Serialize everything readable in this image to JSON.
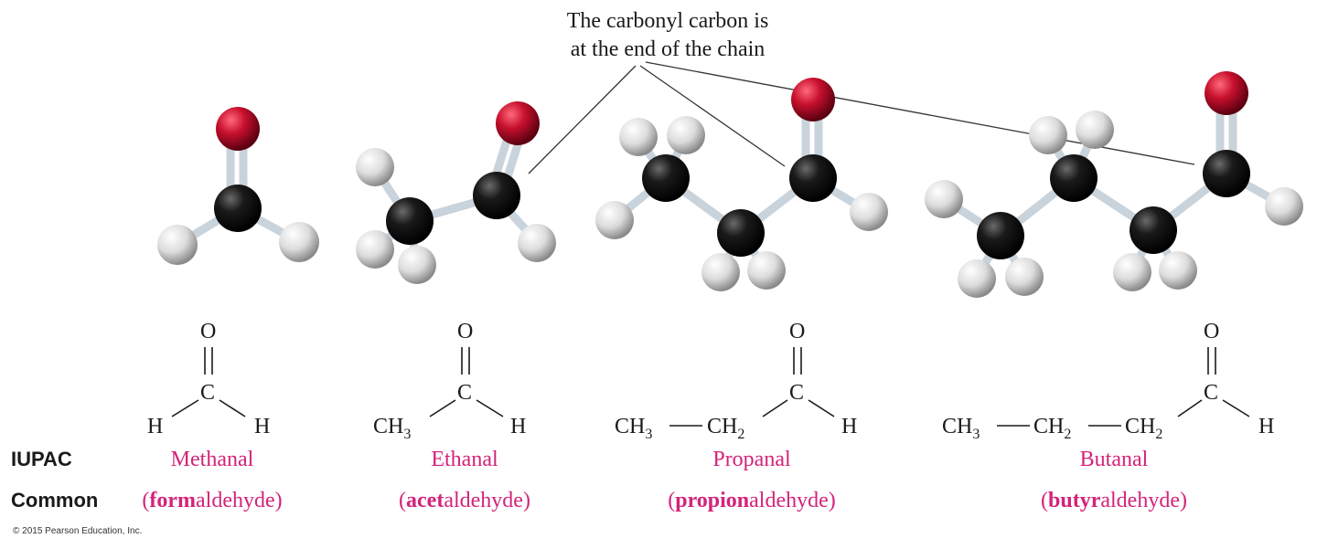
{
  "callout": {
    "line1": "The carbonyl carbon is",
    "line2": "at the end of the chain"
  },
  "row_labels": {
    "iupac": "IUPAC",
    "common": "Common"
  },
  "molecules": [
    {
      "iupac": "Methanal",
      "common_open": "(",
      "common_prefix": "form",
      "common_suffix": "aldehyde",
      "common_close": ")"
    },
    {
      "iupac": "Ethanal",
      "common_open": "(",
      "common_prefix": "acet",
      "common_suffix": "aldehyde",
      "common_close": ")"
    },
    {
      "iupac": "Propanal",
      "common_open": "(",
      "common_prefix": "propion",
      "common_suffix": "aldehyde",
      "common_close": ")"
    },
    {
      "iupac": "Butanal",
      "common_open": "(",
      "common_prefix": "butyr",
      "common_suffix": "aldehyde",
      "common_close": ")"
    }
  ],
  "formula_symbols": {
    "O": "O",
    "C": "C",
    "H": "H",
    "CH": "CH",
    "sub2": "2",
    "sub3": "3"
  },
  "copyright": "© 2015 Pearson Education, Inc.",
  "colors": {
    "oxygen": "#c8102e",
    "carbon": "#111111",
    "hydrogen": "#dcdcdc",
    "bond": "#c9d3dc",
    "name_pink": "#d4237a"
  }
}
